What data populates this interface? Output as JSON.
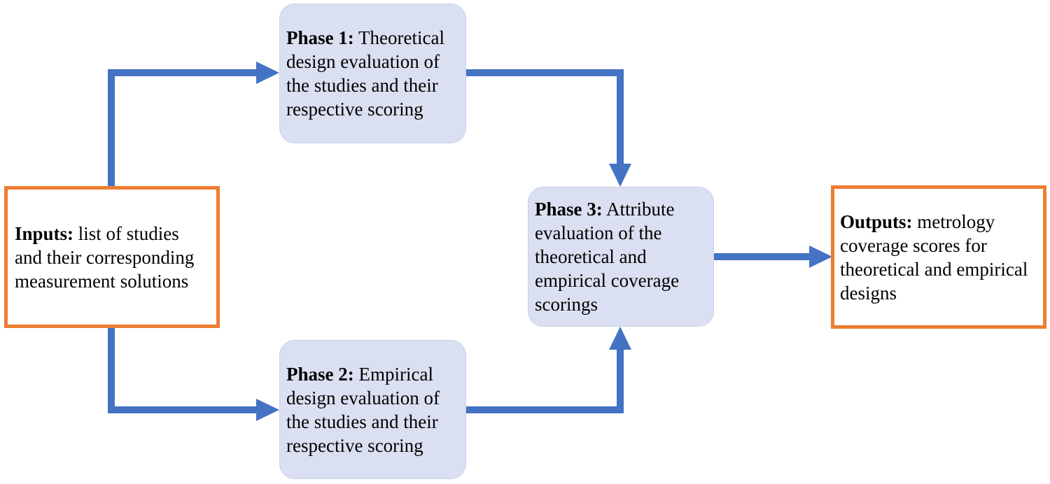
{
  "colors": {
    "arrow": "#4472C4",
    "io_border": "#ED7D31",
    "phase_fill": "#DAE0F1"
  },
  "inputs": {
    "heading": "Inputs:",
    "text": "list of studies and their corresponding measurement solutions"
  },
  "phase1": {
    "heading": "Phase 1:",
    "text": "Theoretical design evaluation of the studies and their respective scoring"
  },
  "phase2": {
    "heading": "Phase 2:",
    "text": "Empirical design evaluation of the studies and their respective scoring"
  },
  "phase3": {
    "heading": "Phase 3:",
    "text": "Attribute evaluation of the theoretical and empirical coverage scorings"
  },
  "outputs": {
    "heading": "Outputs:",
    "text": "metrology coverage scores for theoretical and empirical designs"
  }
}
